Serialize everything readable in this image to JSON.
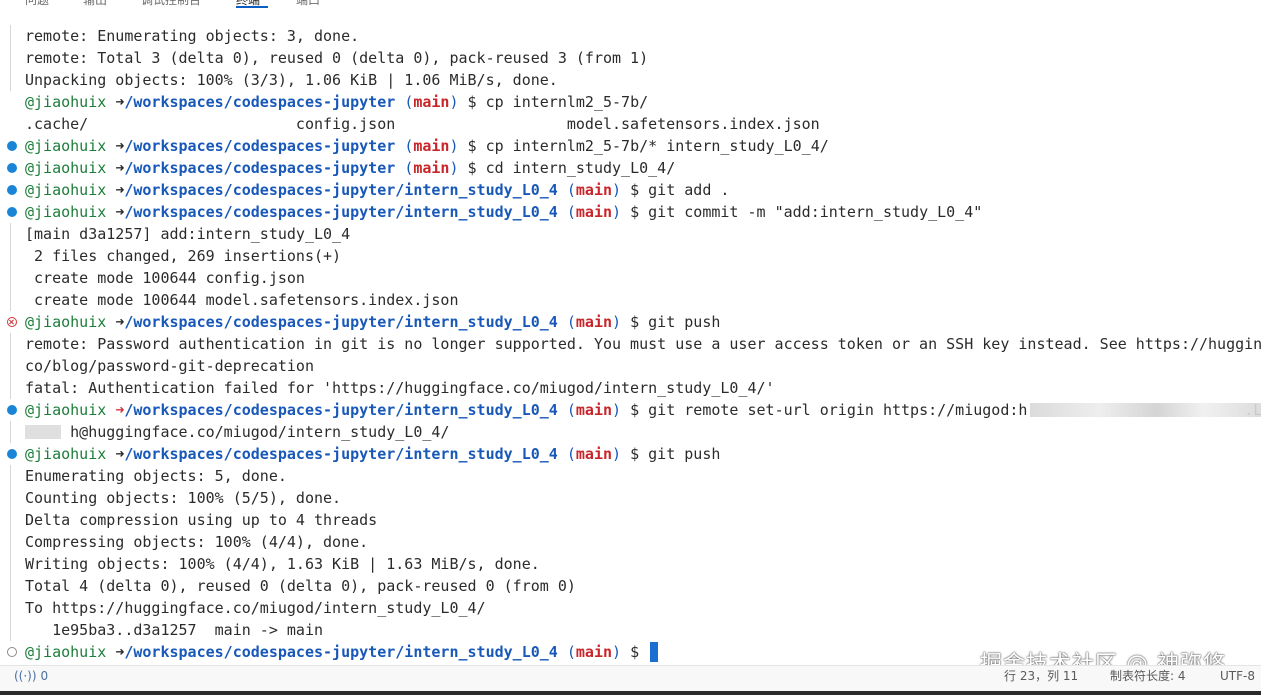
{
  "panel_tabs": [
    {
      "label": "问题",
      "active": false
    },
    {
      "label": "输出",
      "active": false
    },
    {
      "label": "调试控制台",
      "active": false
    },
    {
      "label": "终端",
      "active": true
    },
    {
      "label": "端口",
      "active": false
    }
  ],
  "prompt": {
    "user": "@jiaohuix",
    "arrow": "➜",
    "branch": "main",
    "dollar": "$"
  },
  "terminal_lines": [
    {
      "kind": "output",
      "decor": "bar",
      "text": "remote: Enumerating objects: 3, done."
    },
    {
      "kind": "output",
      "decor": "bar",
      "text": "remote: Total 3 (delta 0), reused 0 (delta 0), pack-reused 3 (from 1)"
    },
    {
      "kind": "output",
      "decor": "bar",
      "text": "Unpacking objects: 100% (3/3), 1.06 KiB | 1.06 MiB/s, done."
    },
    {
      "kind": "prompt",
      "decor": "none",
      "path": "/workspaces/codespaces-jupyter",
      "command": "cp internlm2_5-7b/"
    },
    {
      "kind": "output",
      "decor": "none",
      "text": ".cache/                       config.json                   model.safetensors.index.json"
    },
    {
      "kind": "prompt",
      "decor": "success",
      "path": "/workspaces/codespaces-jupyter",
      "command": "cp internlm2_5-7b/* intern_study_L0_4/"
    },
    {
      "kind": "prompt",
      "decor": "success",
      "path": "/workspaces/codespaces-jupyter",
      "command": "cd intern_study_L0_4/"
    },
    {
      "kind": "prompt",
      "decor": "success",
      "path": "/workspaces/codespaces-jupyter/intern_study_L0_4",
      "command": "git add ."
    },
    {
      "kind": "prompt",
      "decor": "success",
      "path": "/workspaces/codespaces-jupyter/intern_study_L0_4",
      "command": "git commit -m \"add:intern_study_L0_4\""
    },
    {
      "kind": "output",
      "decor": "bar",
      "text": "[main d3a1257] add:intern_study_L0_4"
    },
    {
      "kind": "output",
      "decor": "bar",
      "text": " 2 files changed, 269 insertions(+)"
    },
    {
      "kind": "output",
      "decor": "bar",
      "text": " create mode 100644 config.json"
    },
    {
      "kind": "output",
      "decor": "bar",
      "text": " create mode 100644 model.safetensors.index.json"
    },
    {
      "kind": "prompt",
      "decor": "error",
      "path": "/workspaces/codespaces-jupyter/intern_study_L0_4",
      "command": "git push"
    },
    {
      "kind": "output",
      "decor": "bar",
      "text": "remote: Password authentication in git is no longer supported. You must use a user access token or an SSH key instead. See https://hugging"
    },
    {
      "kind": "output",
      "decor": "bar",
      "text": "co/blog/password-git-deprecation"
    },
    {
      "kind": "output",
      "decor": "bar",
      "text": "fatal: Authentication failed for 'https://huggingface.co/miugod/intern_study_L0_4/'"
    },
    {
      "kind": "prompt",
      "decor": "success",
      "arrow_bad": true,
      "blur": "blur1",
      "path": "/workspaces/codespaces-jupyter/intern_study_L0_4",
      "command": "git remote set-url origin https://miugod:h                        .LyN"
    },
    {
      "kind": "output",
      "decor": "bar",
      "blur": "blur2",
      "text": "     h@huggingface.co/miugod/intern_study_L0_4/"
    },
    {
      "kind": "prompt",
      "decor": "success",
      "path": "/workspaces/codespaces-jupyter/intern_study_L0_4",
      "command": "git push"
    },
    {
      "kind": "output",
      "decor": "bar",
      "text": "Enumerating objects: 5, done."
    },
    {
      "kind": "output",
      "decor": "bar",
      "text": "Counting objects: 100% (5/5), done."
    },
    {
      "kind": "output",
      "decor": "bar",
      "text": "Delta compression using up to 4 threads"
    },
    {
      "kind": "output",
      "decor": "bar",
      "text": "Compressing objects: 100% (4/4), done."
    },
    {
      "kind": "output",
      "decor": "bar",
      "text": "Writing objects: 100% (4/4), 1.63 KiB | 1.63 MiB/s, done."
    },
    {
      "kind": "output",
      "decor": "bar",
      "text": "Total 4 (delta 0), reused 0 (delta 0), pack-reused 0 (from 0)"
    },
    {
      "kind": "output",
      "decor": "bar",
      "text": "To https://huggingface.co/miugod/intern_study_L0_4/"
    },
    {
      "kind": "output",
      "decor": "bar",
      "text": "   1e95ba3..d3a1257  main -> main"
    },
    {
      "kind": "prompt",
      "decor": "pending",
      "cursor": true,
      "path": "/workspaces/codespaces-jupyter/intern_study_L0_4",
      "command": ""
    }
  ],
  "statusbar": {
    "ports_icon": "broadcast-icon",
    "ports_count": "0",
    "position": "行 23，列 11",
    "indent": "制表符长度: 4",
    "encoding": "UTF-8"
  },
  "watermark": "掘金技术社区 @ 神弥悠",
  "colors": {
    "user": "#1c7e3a",
    "path": "#1858b8",
    "branch": "#c8262a",
    "error": "#d13438",
    "success": "#1a85d6",
    "cursor": "#1a6fd1"
  }
}
